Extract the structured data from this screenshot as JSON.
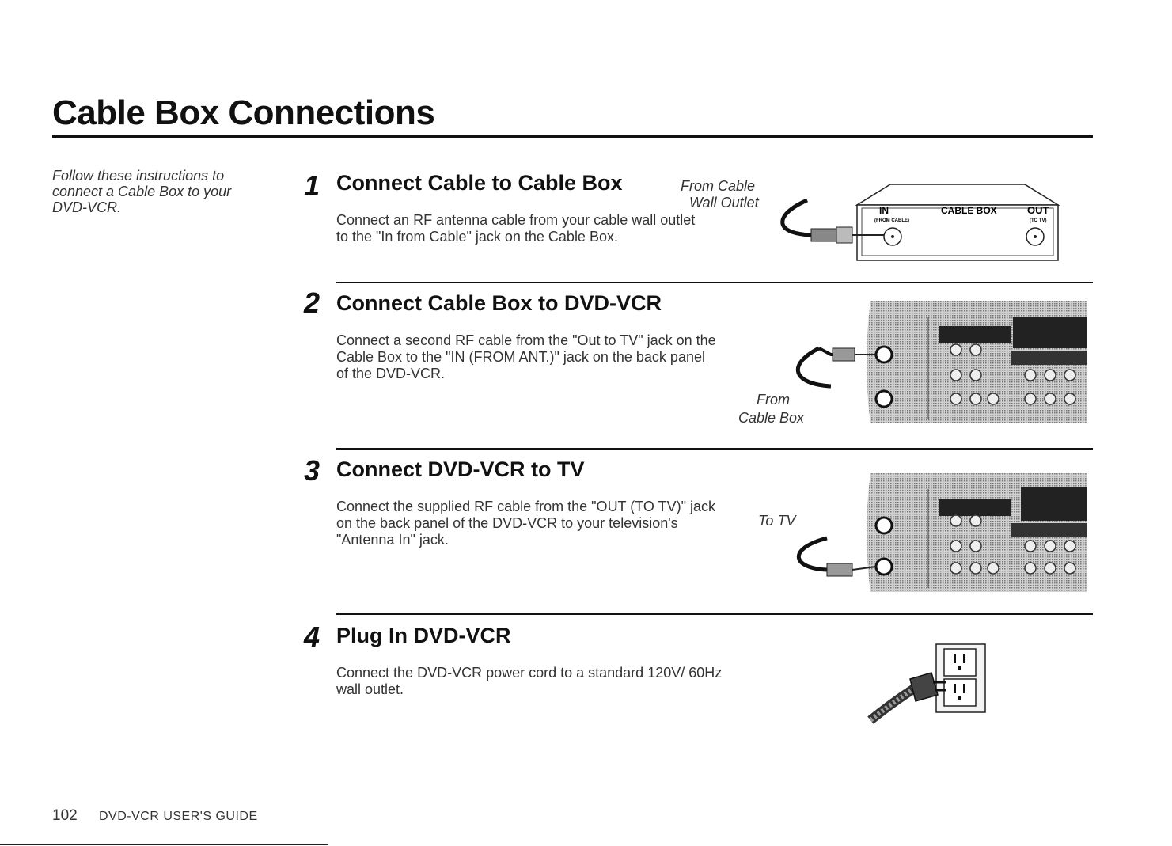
{
  "page": {
    "title": "Cable Box Connections",
    "intro": "Follow these instructions to connect a Cable Box to your DVD-VCR.",
    "footer": {
      "page_number": "102",
      "guide": "DVD-VCR USER'S GUIDE"
    }
  },
  "steps": [
    {
      "number": "1",
      "title": "Connect Cable to Cable Box",
      "body": "Connect an RF antenna cable from your cable wall outlet to the \"In from Cable\" jack on the Cable Box.",
      "caption_line1": "From Cable",
      "caption_line2": "Wall Outlet",
      "diagram": {
        "label_in": "IN",
        "label_in_sub": "(FROM CABLE)",
        "label_box": "CABLE BOX",
        "label_out": "OUT",
        "label_out_sub": "(TO TV)"
      }
    },
    {
      "number": "2",
      "title": "Connect Cable Box to DVD-VCR",
      "body": "Connect a second RF cable from the \"Out to TV\" jack on the Cable Box to the \"IN (FROM ANT.)\" jack on the back panel of the DVD-VCR.",
      "caption_line1": "From",
      "caption_line2": "Cable Box"
    },
    {
      "number": "3",
      "title": "Connect DVD-VCR to TV",
      "body": "Connect the supplied RF cable from the \"OUT (TO TV)\" jack on the back panel of the DVD-VCR to your television's \"Antenna In\" jack.",
      "caption_line1": "To TV"
    },
    {
      "number": "4",
      "title": "Plug In DVD-VCR",
      "body": "Connect the DVD-VCR power cord to a standard 120V/ 60Hz wall outlet."
    }
  ]
}
